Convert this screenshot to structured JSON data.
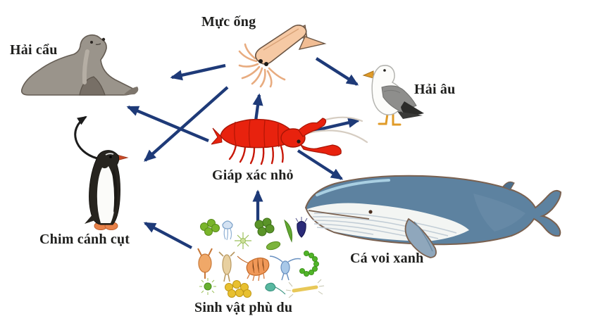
{
  "diagram": {
    "type": "food-web",
    "language": "vi",
    "nodes": {
      "squid": {
        "label": "Mực ống",
        "illustration": "squid"
      },
      "seal": {
        "label": "Hải cẩu",
        "illustration": "seal"
      },
      "gull": {
        "label": "Hải âu",
        "illustration": "seagull"
      },
      "crustacean": {
        "label": "Giáp xác nhỏ",
        "illustration": "small-crustacean"
      },
      "penguin": {
        "label": "Chim cánh cụt",
        "illustration": "penguin"
      },
      "whale": {
        "label": "Cá voi xanh",
        "illustration": "blue-whale"
      },
      "plankton": {
        "label": "Sinh vật phù du",
        "illustration": "plankton-cluster"
      }
    },
    "edges": [
      {
        "from": "squid",
        "to": "seal",
        "style": "blue-straight"
      },
      {
        "from": "squid",
        "to": "gull",
        "style": "blue-straight"
      },
      {
        "from": "squid",
        "to": "penguin",
        "style": "blue-straight"
      },
      {
        "from": "crustacean",
        "to": "squid",
        "style": "blue-straight"
      },
      {
        "from": "crustacean",
        "to": "seal",
        "style": "blue-straight"
      },
      {
        "from": "crustacean",
        "to": "gull",
        "style": "blue-straight"
      },
      {
        "from": "crustacean",
        "to": "whale",
        "style": "blue-straight"
      },
      {
        "from": "plankton",
        "to": "crustacean",
        "style": "blue-straight"
      },
      {
        "from": "plankton",
        "to": "penguin",
        "style": "blue-straight"
      },
      {
        "from": "penguin",
        "to": "seal",
        "style": "black-curved"
      }
    ],
    "colors": {
      "arrow_blue": "#1e3a78",
      "arrow_black": "#1c1c1c",
      "background": "#ffffff",
      "label_text": "#1f1f1d"
    }
  }
}
